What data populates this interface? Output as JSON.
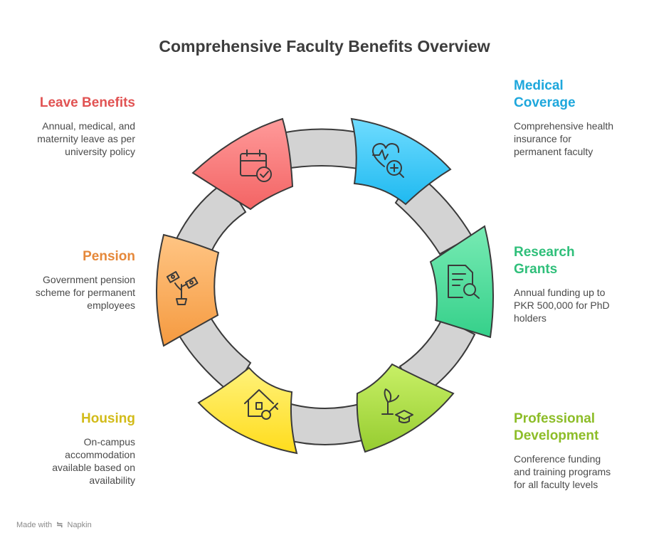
{
  "title": "Comprehensive Faculty Benefits Overview",
  "segments": [
    {
      "id": "leave",
      "head": "Leave Benefits",
      "desc": "Annual, medical, and maternity leave as per university policy",
      "color": "#e25757",
      "light": "#ff8f8f",
      "dark": "#f26b6b",
      "icon": "calendar-check-icon"
    },
    {
      "id": "medical",
      "head": "Medical Coverage",
      "desc": "Comprehensive health insurance for permanent faculty",
      "color": "#1fa6d9",
      "light": "#63d6ff",
      "dark": "#22bff5",
      "icon": "heart-medical-icon"
    },
    {
      "id": "research",
      "head": "Research Grants",
      "desc": "Annual funding up to PKR 500,000 for PhD holders",
      "color": "#2fbf7a",
      "light": "#6ee8ad",
      "dark": "#3ed98f",
      "icon": "document-search-icon"
    },
    {
      "id": "professional",
      "head": "Professional Development",
      "desc": "Conference funding and training programs for all faculty levels",
      "color": "#8cbf2a",
      "light": "#c2ec60",
      "dark": "#a3d63c",
      "icon": "plant-graduation-cap-icon"
    },
    {
      "id": "housing",
      "head": "Housing",
      "desc": "On-campus accommodation available based on availability",
      "color": "#d9c21f",
      "light": "#ffef6a",
      "dark": "#ffe234",
      "icon": "house-key-icon"
    },
    {
      "id": "pension",
      "head": "Pension",
      "desc": "Government pension scheme for permanent employees",
      "color": "#e8893a",
      "light": "#ffc080",
      "dark": "#f5a049",
      "icon": "money-plant-icon"
    }
  ],
  "footer": {
    "made_with": "Made with",
    "brand": "Napkin"
  }
}
